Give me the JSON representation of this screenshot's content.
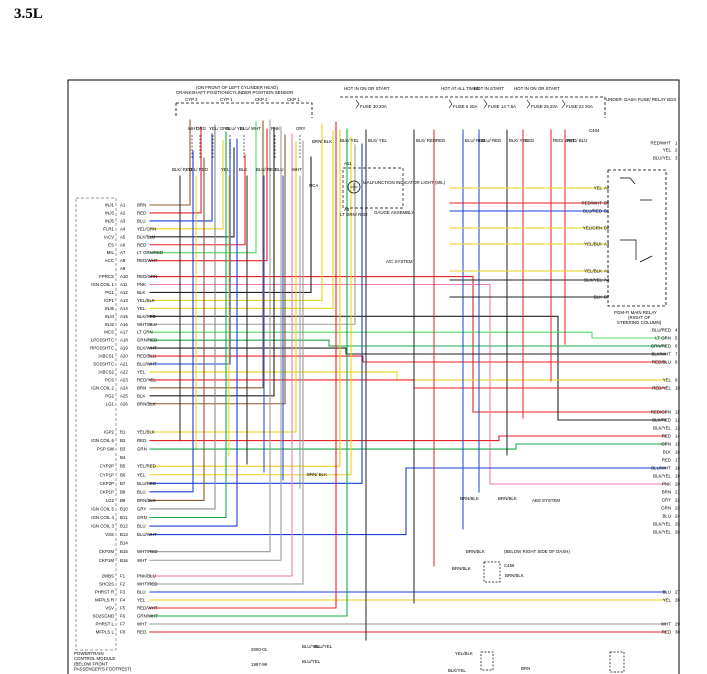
{
  "title": "3.5L",
  "crank": {
    "header": [
      "(ON FRONT OF LEFT CYLINDER HEAD)",
      "CRANKSHAFT POSITION/CYLINDER POSITION SENSOR"
    ],
    "labels": [
      "CYP 2",
      "CYP 1",
      "CKP 2",
      "CKP 1"
    ],
    "top_colors": [
      "WHT",
      "ORG",
      "YEL/ GRN",
      "BLU/ YEL",
      "BLU/ WHT",
      "PNK",
      "GRY"
    ],
    "bottom_colors": [
      "BLK/ RED",
      "YEL/ RED",
      "YEL",
      "BLK",
      "BLU/ RED",
      "BLU",
      "WHT"
    ],
    "brn_blk": "BRN/ BLK",
    "nca": "NCA"
  },
  "fuses": {
    "hot_labels": [
      "HOT IN ON OR START",
      "HOT AT ALL TIMES",
      "HOT IN START",
      "HOT IN ON OR START"
    ],
    "items": [
      "FUSE 30 20A",
      "FUSE 6 20A",
      "FUSE 14 7.5A",
      "FUSE 25 20A",
      "FUSE 22 20A"
    ],
    "box": "UNDER- DASH FUSE/ RELAY BOX",
    "c404": "C404",
    "wire_colors": [
      "BLK/ YEL",
      "BLK/ RED",
      "RED",
      "BLU/ RED",
      "BLU/ RED",
      "BLK/ YEL",
      "RED",
      "RED/ WHT",
      "RED/ BLU"
    ]
  },
  "mil": {
    "wire": "BLK/ YEL",
    "a11": "A11",
    "label": "MALFUNCTION INDICATOR LIGHT (MIL)",
    "gauge": "GAUGE ASSEMBLY",
    "lower": "LT GRN/ RED",
    "a4": "A4"
  },
  "pcm": {
    "pins_a": [
      {
        "n": "INJ1",
        "p": "A1",
        "w": "BRN"
      },
      {
        "n": "INJ3",
        "p": "A2",
        "w": "RED"
      },
      {
        "n": "INJ5",
        "p": "A3",
        "w": "BLU"
      },
      {
        "n": "FLR1",
        "p": "A4",
        "w": "YEL/GRN"
      },
      {
        "n": "IACV",
        "p": "A5",
        "w": "BLK/BLU"
      },
      {
        "n": "ES",
        "p": "A6",
        "w": "RED"
      },
      {
        "n": "MIL",
        "p": "A7",
        "w": "LT GRN/RED"
      },
      {
        "n": "ACC",
        "p": "A8",
        "w": "RED/WHT"
      },
      {
        "n": "",
        "p": "A9",
        "w": ""
      },
      {
        "n": "FPRCS",
        "p": "A10",
        "w": "RED/GRN"
      },
      {
        "n": "IGN COIL 1",
        "p": "A11",
        "w": "PNK"
      },
      {
        "n": "PG1",
        "p": "A12",
        "w": "BLK"
      },
      {
        "n": "IGP1",
        "p": "A13",
        "w": "YEL/BLK"
      },
      {
        "n": "INJ6",
        "p": "A14",
        "w": "YEL"
      },
      {
        "n": "INJ4",
        "p": "A15",
        "w": "BLK/RED"
      },
      {
        "n": "INJ2",
        "p": "A16",
        "w": "WHT/BLU"
      },
      {
        "n": "MCS",
        "p": "A17",
        "w": "LT GRN"
      },
      {
        "n": "LPO2SHTC",
        "p": "A18",
        "w": "GRN/RED"
      },
      {
        "n": "RPO2SHTC",
        "p": "A19",
        "w": "BLK/WHT"
      },
      {
        "n": "IABCS1",
        "p": "A20",
        "w": "RED/BLU"
      },
      {
        "n": "SO2SHTC",
        "p": "A21",
        "w": "BLU/WHT"
      },
      {
        "n": "IABCS2",
        "p": "A22",
        "w": "YEL"
      },
      {
        "n": "PCS",
        "p": "A23",
        "w": "RED/YEL"
      },
      {
        "n": "IGN COIL 2",
        "p": "A24",
        "w": "BRN"
      },
      {
        "n": "PG2",
        "p": "A25",
        "w": "BLK"
      },
      {
        "n": "LG1",
        "p": "A26",
        "w": "BRN/BLK"
      }
    ],
    "pins_b": [
      {
        "n": "IGP2",
        "p": "B1",
        "w": "YEL/BLK"
      },
      {
        "n": "IGN COIL 6",
        "p": "B2",
        "w": "RED"
      },
      {
        "n": "PSP SW",
        "p": "B3",
        "w": "GRN"
      },
      {
        "n": "",
        "p": "B4",
        "w": ""
      },
      {
        "n": "CYP2P",
        "p": "B5",
        "w": "YEL/RED"
      },
      {
        "n": "CYP1P",
        "p": "B6",
        "w": "YEL"
      },
      {
        "n": "CKP2P",
        "p": "B7",
        "w": "BLU/RED"
      },
      {
        "n": "CKP1P",
        "p": "B8",
        "w": "BLU"
      },
      {
        "n": "LG2",
        "p": "B9",
        "w": "BRN/BLK"
      },
      {
        "n": "IGN COIL 5",
        "p": "B10",
        "w": "GRY"
      },
      {
        "n": "IGN COIL 4",
        "p": "B11",
        "w": "GRN"
      },
      {
        "n": "IGN COIL 3",
        "p": "B12",
        "w": "BLU"
      },
      {
        "n": "VSS",
        "p": "B13",
        "w": "BLU/WHT"
      },
      {
        "n": "",
        "p": "B14",
        "w": ""
      },
      {
        "n": "CKP2M",
        "p": "B15",
        "w": "WHT/RED"
      },
      {
        "n": "CKP1M",
        "p": "B16",
        "w": "WHT"
      }
    ],
    "pins_f": [
      {
        "n": "2WBS",
        "p": "F1",
        "w": "PNK/BLU"
      },
      {
        "n": "SHO2S",
        "p": "F2",
        "w": "WHT/RED"
      },
      {
        "n": "PHRST R",
        "p": "F3",
        "w": "BLU"
      },
      {
        "n": "MFPLS R",
        "p": "F4",
        "w": "YEL"
      },
      {
        "n": "VSV",
        "p": "F5",
        "w": "RED/WHT"
      },
      {
        "n": "SO2SGND",
        "p": "F6",
        "w": "GRN/WHT"
      },
      {
        "n": "PHRST L",
        "p": "F7",
        "w": "WHT"
      },
      {
        "n": "MFPLS L",
        "p": "F8",
        "w": "RED"
      }
    ],
    "caption": [
      "POWERTRAIN",
      "CONTROL MODULE",
      "(BELOW FRONT",
      "PASSENGER'S FOOTREST)"
    ]
  },
  "relay": {
    "pins": [
      {
        "w": "YEL",
        "p": "A2"
      },
      {
        "w": "RED/WHT",
        "p": "B5"
      },
      {
        "w": "BLU/RED",
        "p": "B1"
      },
      {
        "w": "YEL/GRN",
        "p": "B2"
      },
      {
        "w": "YEL/BLK",
        "p": "A3"
      },
      {
        "w": "YEL/BLK",
        "p": "A1"
      },
      {
        "w": "BLK/YEL",
        "p": "A4"
      },
      {
        "w": "BLK",
        "p": "B7"
      }
    ],
    "caption": [
      "PGM-FI MAIN RELAY",
      "(RIGHT OF",
      "STEERING COLUMN)"
    ]
  },
  "right_labels": [
    {
      "w": "RED/WHT",
      "n": "1"
    },
    {
      "w": "YEL",
      "n": "2"
    },
    {
      "w": "BLU/YEL",
      "n": "3"
    },
    {
      "w": "BLU/RED",
      "n": "4"
    },
    {
      "w": "LT GRN",
      "n": "5"
    },
    {
      "w": "GRN/RED",
      "n": "6"
    },
    {
      "w": "BLK/WHT",
      "n": "7"
    },
    {
      "w": "RED/BLU",
      "n": "8"
    },
    {
      "w": "YEL",
      "n": "9"
    },
    {
      "w": "RED/YEL",
      "n": "10"
    },
    {
      "w": "RED/GRN",
      "n": "11"
    },
    {
      "w": "BLK/RED",
      "n": "12"
    },
    {
      "w": "BLK/YEL",
      "n": "13"
    },
    {
      "w": "RED",
      "n": "14"
    },
    {
      "w": "GRN",
      "n": "15"
    },
    {
      "w": "BLK",
      "n": "16"
    },
    {
      "w": "RED",
      "n": "17"
    },
    {
      "w": "BLU/WHT",
      "n": "18"
    },
    {
      "w": "BLK/YEL",
      "n": "19"
    },
    {
      "w": "PNK",
      "n": "20"
    },
    {
      "w": "BRN",
      "n": "21"
    },
    {
      "w": "GRY",
      "n": "22"
    },
    {
      "w": "GRN",
      "n": "23"
    },
    {
      "w": "BLU",
      "n": "24"
    },
    {
      "w": "BLK/YEL",
      "n": "25"
    },
    {
      "w": "BLK/YEL",
      "n": "26"
    },
    {
      "w": "BLU",
      "n": "27"
    },
    {
      "w": "YEL",
      "n": "28"
    },
    {
      "w": "WHT",
      "n": "29"
    },
    {
      "w": "RED",
      "n": "30"
    }
  ],
  "misc": {
    "ac_system": "A/C SYSTEM",
    "abs_wire1": "BRN/BLK",
    "abs_wire2": "BRN/BLK",
    "abs_system": "ABS SYSTEM",
    "brn_blk_vert": "BRN/ BLK",
    "c456_note": "(BELOW RIGHT SIDE OF DASH)",
    "c456": "C456",
    "c456_top": "BRN/BLK",
    "c456_left": "BRN/BLK",
    "c456_right": "BRN/BLK",
    "year1": "2000-01",
    "year2": "1997-99",
    "blu_yel1": "BLU/YEL",
    "blu_yel2": "BLU/YEL",
    "blu_yel3": "BLU/YEL",
    "yel_blk": "YEL/BLK",
    "blk_yel": "BLK/YEL",
    "brn": "BRN"
  },
  "colors": {
    "BRN": "#8b5a2b",
    "RED": "#e8202a",
    "BLU": "#1a3fd8",
    "YEL": "#e8d21a",
    "GRN": "#18a84a",
    "PNK": "#f07ab0",
    "BLK": "#222222",
    "WHT": "#9a9a9a",
    "GRY": "#8c8c8c",
    "ORG": "#f08a1e",
    "LTGRN": "#54d860",
    "PUR": "#9b3fd4"
  }
}
